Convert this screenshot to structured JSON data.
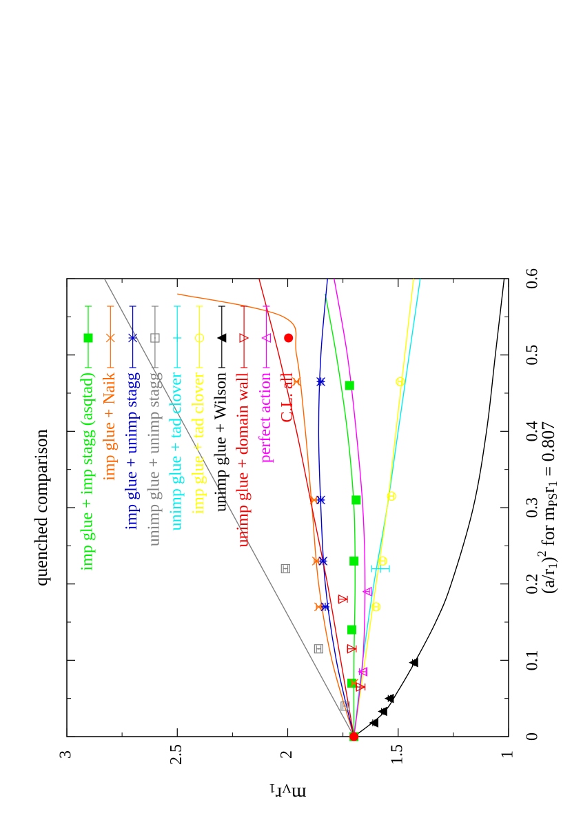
{
  "chart_data": {
    "type": "scatter",
    "title": "quenched comparison",
    "xlabel": "(a/r1)2 for mPSr1 = 0.807",
    "xlabel_parts": {
      "pre": "(a/r",
      "sub1": "1",
      "close": ")",
      "sup": "2",
      "mid": " for m",
      "sub2": "PS",
      "mid2": "r",
      "sub3": "1",
      "post": " = 0.807"
    },
    "ylabel": "mVr1",
    "ylabel_parts": {
      "main": "m",
      "sub1": "V",
      "mid": "r",
      "sub2": "1"
    },
    "xlim": [
      0,
      0.6
    ],
    "ylim": [
      1,
      3
    ],
    "xticks": [
      "0",
      "0.1",
      "0.2",
      "0.3",
      "0.4",
      "0.5",
      "0.6"
    ],
    "yticks": [
      "1",
      "1.5",
      "2",
      "2.5",
      "3"
    ],
    "legend_position": "top-right",
    "grid": false,
    "series": [
      {
        "name": "imp glue + imp stagg (asqtad)",
        "color": "#00ee00",
        "marker": "filled-square",
        "points": [
          [
            0.0,
            1.7,
            0.01
          ],
          [
            0.07,
            1.71,
            0.01
          ],
          [
            0.14,
            1.71,
            0.01
          ],
          [
            0.23,
            1.7,
            0.01
          ],
          [
            0.31,
            1.69,
            0.01
          ],
          [
            0.46,
            1.72,
            0.01
          ]
        ],
        "fit": [
          [
            0,
            1.7
          ],
          [
            0.1,
            1.7
          ],
          [
            0.2,
            1.695
          ],
          [
            0.3,
            1.7
          ],
          [
            0.4,
            1.73
          ],
          [
            0.5,
            1.78
          ],
          [
            0.58,
            1.83
          ]
        ]
      },
      {
        "name": "imp glue + Naik",
        "color": "#ff6600",
        "marker": "cross",
        "points": [
          [
            0.07,
            1.7,
            0.01
          ],
          [
            0.17,
            1.86,
            0.01
          ],
          [
            0.23,
            1.87,
            0.01
          ],
          [
            0.31,
            1.88,
            0.01
          ],
          [
            0.465,
            1.96,
            0.01
          ]
        ],
        "fit": [
          [
            0,
            1.7
          ],
          [
            0.1,
            1.8
          ],
          [
            0.2,
            1.86
          ],
          [
            0.3,
            1.89
          ],
          [
            0.4,
            1.92
          ],
          [
            0.5,
            1.96
          ],
          [
            0.55,
            2.02
          ],
          [
            0.58,
            2.5
          ]
        ]
      },
      {
        "name": "imp glue + unimp stagg",
        "color": "#0000cc",
        "marker": "star",
        "points": [
          [
            0.17,
            1.83,
            0.01
          ],
          [
            0.23,
            1.84,
            0.01
          ],
          [
            0.31,
            1.85,
            0.01
          ],
          [
            0.465,
            1.85,
            0.01
          ]
        ],
        "fit": [
          [
            0,
            1.7
          ],
          [
            0.1,
            1.78
          ],
          [
            0.2,
            1.83
          ],
          [
            0.3,
            1.85
          ],
          [
            0.4,
            1.86
          ],
          [
            0.5,
            1.85
          ],
          [
            0.6,
            1.82
          ]
        ]
      },
      {
        "name": "unimp glue + unimp stagg",
        "color": "#808080",
        "marker": "open-square-dot",
        "points": [
          [
            0.04,
            1.74,
            0.01
          ],
          [
            0.115,
            1.86,
            0.01
          ],
          [
            0.22,
            2.01,
            0.01
          ]
        ],
        "fit": [
          [
            0,
            1.7
          ],
          [
            0.6,
            2.83
          ]
        ]
      },
      {
        "name": "unimp glue + tad clover",
        "color": "#00eeee",
        "marker": "plus",
        "points": [
          [
            0.22,
            1.58,
            0.04
          ]
        ],
        "fit": [
          [
            0,
            1.7
          ],
          [
            0.1,
            1.66
          ],
          [
            0.2,
            1.61
          ],
          [
            0.3,
            1.55
          ],
          [
            0.4,
            1.5
          ],
          [
            0.5,
            1.45
          ],
          [
            0.6,
            1.4
          ]
        ]
      },
      {
        "name": "imp glue + tad clover",
        "color": "#ffff00",
        "marker": "open-circle",
        "points": [
          [
            0.17,
            1.6,
            0.01
          ],
          [
            0.23,
            1.57,
            0.01
          ],
          [
            0.315,
            1.53,
            0.01
          ],
          [
            0.465,
            1.49,
            0.01
          ]
        ],
        "fit": [
          [
            0,
            1.7
          ],
          [
            0.1,
            1.65
          ],
          [
            0.2,
            1.6
          ],
          [
            0.3,
            1.55
          ],
          [
            0.4,
            1.51
          ],
          [
            0.5,
            1.47
          ],
          [
            0.6,
            1.43
          ]
        ]
      },
      {
        "name": "unimp glue + Wilson",
        "color": "#000000",
        "marker": "filled-triangle",
        "points": [
          [
            0.018,
            1.61,
            0.005
          ],
          [
            0.033,
            1.57,
            0.005
          ],
          [
            0.05,
            1.54,
            0.005
          ],
          [
            0.097,
            1.43,
            0.005
          ]
        ],
        "fit": [
          [
            0,
            1.7
          ],
          [
            0.03,
            1.57
          ],
          [
            0.06,
            1.5
          ],
          [
            0.1,
            1.42
          ],
          [
            0.15,
            1.33
          ],
          [
            0.2,
            1.26
          ],
          [
            0.3,
            1.16
          ],
          [
            0.4,
            1.1
          ],
          [
            0.5,
            1.06
          ],
          [
            0.6,
            1.02
          ]
        ]
      },
      {
        "name": "unimp glue + domain wall",
        "color": "#ee0000",
        "marker": "open-triangle-down",
        "points": [
          [
            0.065,
            1.67,
            0.02
          ],
          [
            0.115,
            1.71,
            0.02
          ],
          [
            0.18,
            1.75,
            0.02
          ]
        ],
        "fit": [
          [
            0,
            1.7
          ],
          [
            0.1,
            1.76
          ],
          [
            0.2,
            1.82
          ],
          [
            0.3,
            1.89
          ],
          [
            0.4,
            1.96
          ],
          [
            0.5,
            2.04
          ],
          [
            0.6,
            2.13
          ]
        ]
      },
      {
        "name": "perfect action",
        "color": "#ff00ff",
        "marker": "open-triangle-up",
        "points": [
          [
            0.085,
            1.66,
            0.015
          ],
          [
            0.19,
            1.64,
            0.01
          ]
        ],
        "fit": [
          [
            0,
            1.7
          ],
          [
            0.1,
            1.66
          ],
          [
            0.2,
            1.65
          ],
          [
            0.3,
            1.66
          ],
          [
            0.4,
            1.69
          ],
          [
            0.5,
            1.73
          ],
          [
            0.6,
            1.79
          ]
        ]
      },
      {
        "name": "C.L. all",
        "color": "#ff0000",
        "marker": "filled-circle",
        "points": [
          [
            0.0,
            1.7,
            0.0
          ]
        ],
        "fit": []
      }
    ]
  }
}
